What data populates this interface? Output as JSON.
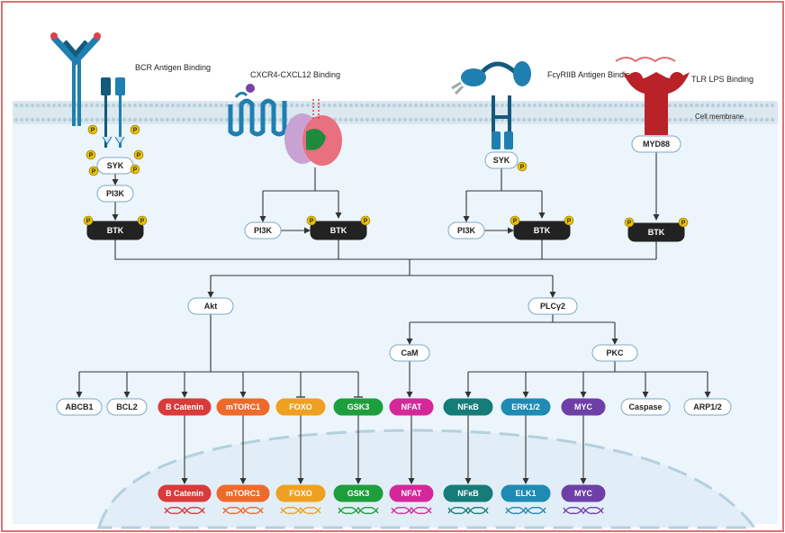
{
  "colors": {
    "frame": "#e07070",
    "cell_bg": "#ebf5fb",
    "membrane": "#b9cfda",
    "receptor_blue": "#1f7fb0",
    "receptor_dark": "#145a7c",
    "btk": "#222222",
    "phospho": "#e8c000",
    "line": "#333333",
    "myd_red": "#b82228"
  },
  "receptors": {
    "bcr": "BCR Antigen Binding",
    "cxcr4": "CXCR4-CXCL12 Binding",
    "fcgr": "FcγRIIB Antigen Binding",
    "tlr": "TLR  LPS Binding"
  },
  "membrane_label": "Cell membrane",
  "phospho_label": "P",
  "upstream": {
    "syk": "SYK",
    "pi3k": "PI3K",
    "btk": "BTK",
    "myd88": "MYD88"
  },
  "middle": {
    "akt": "Akt",
    "plcg2": "PLCγ2",
    "cam": "CaM",
    "pkc": "PKC"
  },
  "targets": [
    "ABCB1",
    "BCL2",
    "B Catenin",
    "mTORC1",
    "FOXO",
    "GSK3",
    "NFAT",
    "NFκB",
    "ERK1/2",
    "MYC",
    "Caspase",
    "ARP1/2"
  ],
  "nuclear": [
    "B Catenin",
    "mTORC1",
    "FOXO",
    "GSK3",
    "NFAT",
    "NFκB",
    "ELK1",
    "MYC"
  ],
  "node_colors": {
    "B Catenin": "#d93a3a",
    "mTORC1": "#ee6a2a",
    "FOXO": "#f0a020",
    "GSK3": "#1e9e3c",
    "NFAT": "#d4289a",
    "NFκB": "#157c78",
    "ERK1/2": "#1f8ab4",
    "ELK1": "#1f8ab4",
    "MYC": "#6f3fa8"
  }
}
